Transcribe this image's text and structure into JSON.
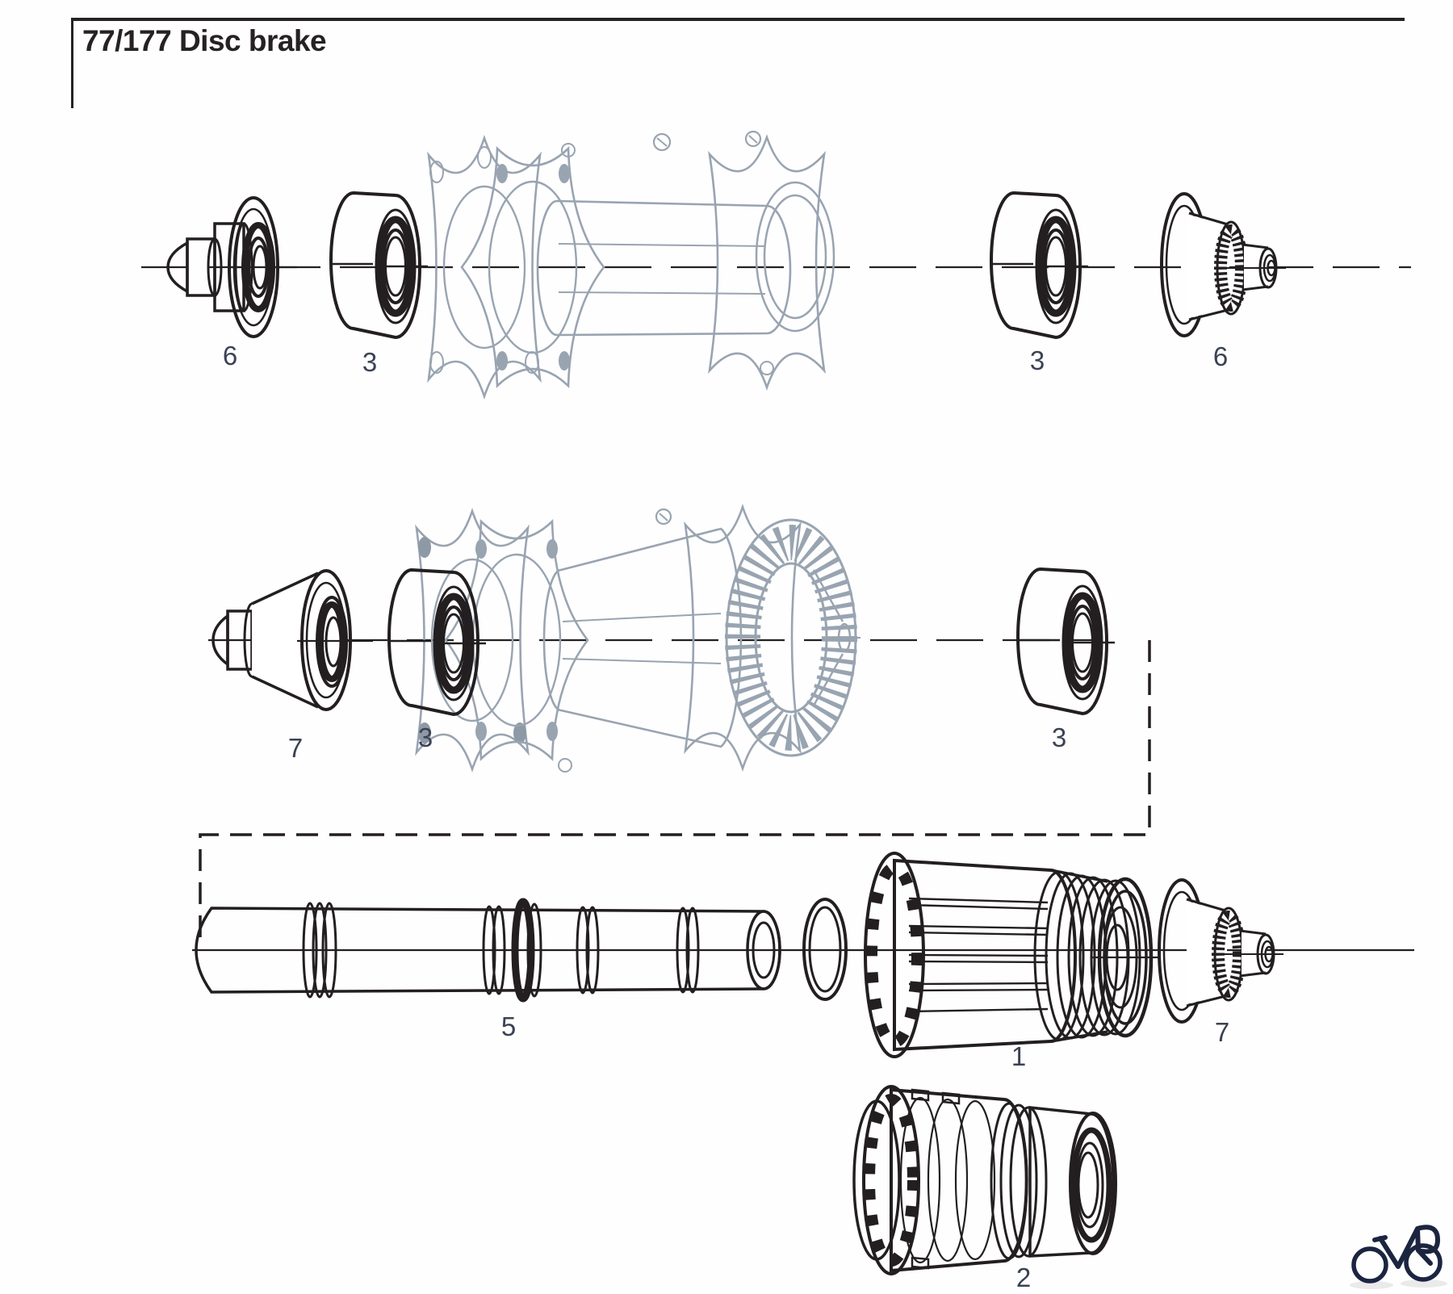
{
  "page": {
    "title": "77/177 Disc brake"
  },
  "colors": {
    "background": "#ffffff",
    "black_line": "#231f20",
    "hub_line": "#99a4b1",
    "label_text": "#3a4254",
    "logo": "#1b2540"
  },
  "rows": [
    {
      "name": "front-hub-exploded",
      "visible_part_numbers": [
        "6",
        "3",
        "3",
        "6"
      ]
    },
    {
      "name": "rear-hub-exploded",
      "visible_part_numbers": [
        "7",
        "3",
        "3"
      ]
    },
    {
      "name": "axle-and-freehub-exploded",
      "visible_part_numbers": [
        "5",
        "1",
        "7",
        "2"
      ]
    }
  ],
  "part_labels": [
    {
      "id": "front-left-endcap",
      "text": "6"
    },
    {
      "id": "front-left-bearing",
      "text": "3"
    },
    {
      "id": "front-right-bearing",
      "text": "3"
    },
    {
      "id": "front-right-endcap",
      "text": "6"
    },
    {
      "id": "rear-left-endcap",
      "text": "7"
    },
    {
      "id": "rear-left-bearing",
      "text": "3"
    },
    {
      "id": "rear-right-bearing",
      "text": "3"
    },
    {
      "id": "axle",
      "text": "5"
    },
    {
      "id": "freehub-body",
      "text": "1"
    },
    {
      "id": "drive-side-endcap",
      "text": "7"
    },
    {
      "id": "xd-driver-body",
      "text": "2"
    }
  ],
  "logo": {
    "type": "bicycle-logo"
  }
}
